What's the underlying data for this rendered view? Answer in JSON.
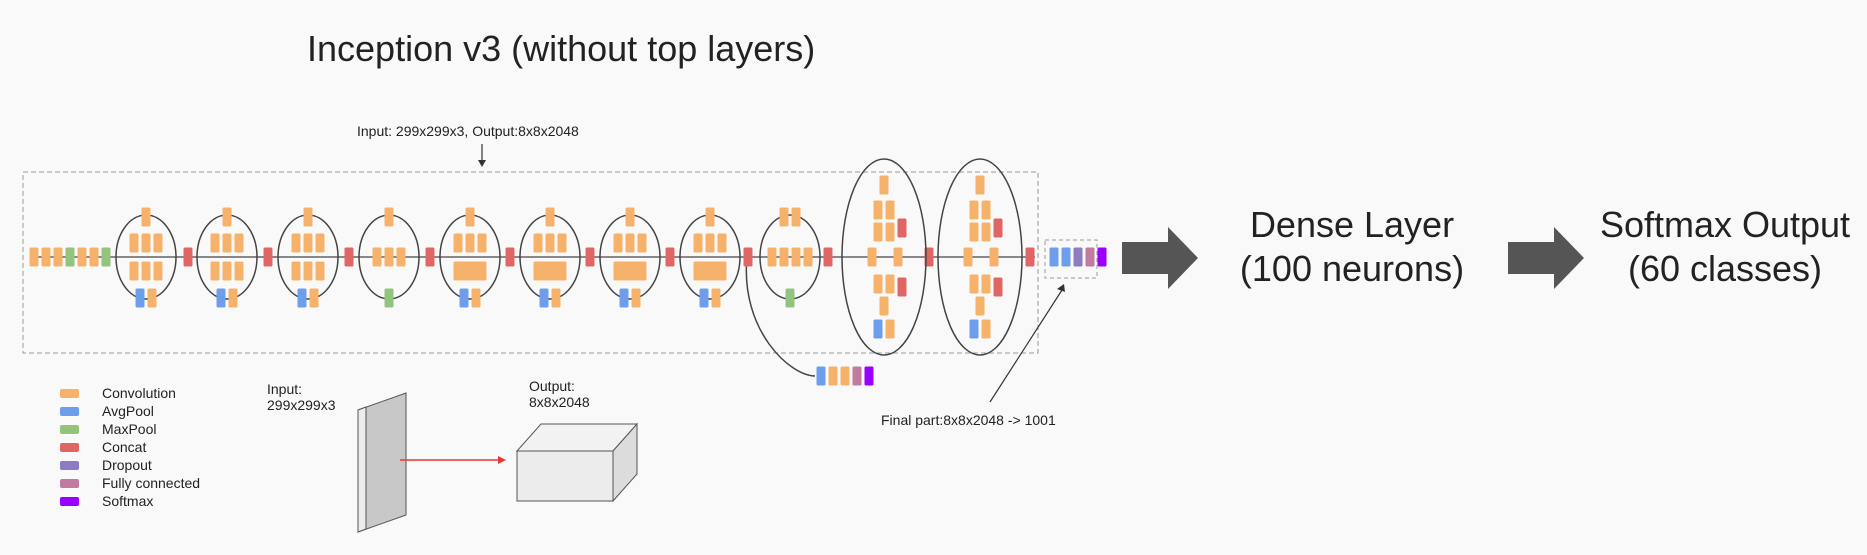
{
  "title": "Inception v3 (without top layers)",
  "diagram": {
    "io_annotation": "Input: 299x299x3, Output:8x8x2048",
    "final_part_annotation": "Final part:8x8x2048 -> 1001",
    "input_label_line1": "Input:",
    "input_label_line2": "299x299x3",
    "output_label_line1": "Output:",
    "output_label_line2": "8x8x2048"
  },
  "dense_layer": {
    "line1": "Dense Layer",
    "line2": "(100 neurons)"
  },
  "softmax_output": {
    "line1": "Softmax Output",
    "line2": "(60 classes)"
  },
  "legend": [
    {
      "label": "Convolution",
      "color": "#f6b26b"
    },
    {
      "label": "AvgPool",
      "color": "#6d9eeb"
    },
    {
      "label": "MaxPool",
      "color": "#93c47d"
    },
    {
      "label": "Concat",
      "color": "#e06666"
    },
    {
      "label": "Dropout",
      "color": "#8e7cc3"
    },
    {
      "label": "Fully connected",
      "color": "#c27ba0"
    },
    {
      "label": "Softmax",
      "color": "#9900ff"
    }
  ],
  "colors": {
    "arrow_fill": "#555555",
    "border_dash": "#999999",
    "tensor_arrow": "#e53935"
  }
}
